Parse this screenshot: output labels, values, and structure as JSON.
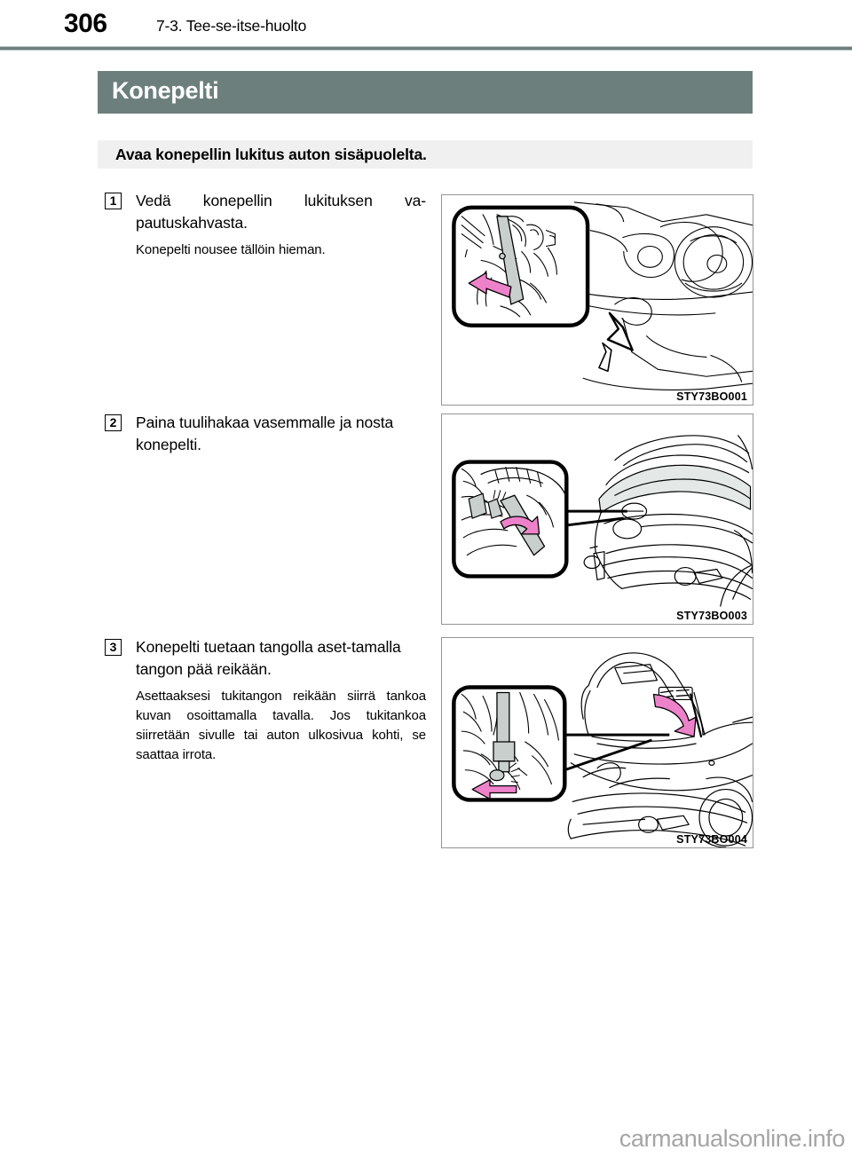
{
  "header": {
    "page_number": "306",
    "section_title": "7-3. Tee-se-itse-huolto"
  },
  "chapter": {
    "title": "Konepelti",
    "subtitle": "Avaa konepellin lukitus auton sisäpuolelta."
  },
  "steps": [
    {
      "marker": "1",
      "heading": "Vedä konepellin lukituksen va-pautuskahvasta.",
      "body": "Konepelti nousee tällöin hieman.",
      "figure_label": "STY73BO001"
    },
    {
      "marker": "2",
      "heading": "Paina tuulihakaa vasemmalle ja nosta konepelti.",
      "body": "",
      "figure_label": "STY73BO003"
    },
    {
      "marker": "3",
      "heading": "Konepelti tuetaan tangolla aset-tamalla tangon pää reikään.",
      "body": "Asettaaksesi tukitangon reikään siirrä tankoa kuvan osoittamalla tavalla. Jos tukitankoa siirretään sivulle tai auton ulkosivua kohti, se saattaa irrota.",
      "figure_label": "STY73BO004"
    }
  ],
  "footer": {
    "watermark": "carmanualsonline.info"
  },
  "colors": {
    "band": "#6d7f7d",
    "subtitle_band": "#eff0ef",
    "arrow_pink": "#ee82ca",
    "shade_gray": "#c9cfcd",
    "watermark_gray": "#a5a5a5"
  }
}
